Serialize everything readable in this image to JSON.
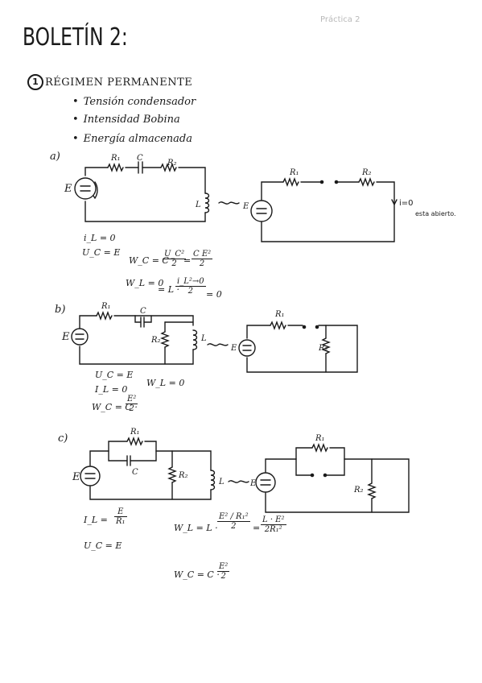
{
  "header": {
    "title": "BOLETÍN 2:",
    "corner_note": "Práctica 2"
  },
  "section1": {
    "number": "1",
    "heading": "RÉGIMEN PERMANENTE",
    "bullets": [
      "Tensión condensador",
      "Intensidad Bobina",
      "Energía almacenada"
    ]
  },
  "part_a": {
    "label": "a)",
    "component_labels": {
      "r1": "R₁",
      "c": "C",
      "r2": "R₂",
      "l": "L",
      "e": "E",
      "e2": "E",
      "r1_eq": "R₁",
      "r2_eq": "R₂"
    },
    "side_note_current": "i=0",
    "side_note_text": "esta abierto.",
    "eq_il": "i_L = 0",
    "eq_uc": "U_C = E",
    "eq_wc_lhs": "W_C = C ·",
    "eq_wc_num": "U_C²",
    "eq_wc_den": "2",
    "eq_wc_eq": "=",
    "eq_wc_num2": "C E²",
    "eq_wc_den2": "2",
    "eq_wl_lhs": "W_L = 0",
    "eq_wl_mid": "= L ·",
    "eq_wl_num": "i_L²→0",
    "eq_wl_den": "2",
    "eq_wl_rhs": "= 0"
  },
  "part_b": {
    "label": "b)",
    "component_labels": {
      "r1": "R₁",
      "c": "C",
      "r2": "R₂",
      "l": "L",
      "e": "E",
      "e2": "E",
      "r1_eq": "R₁",
      "r2_eq": "R₂"
    },
    "eq_uc": "U_C = E",
    "eq_il": "I_L = 0",
    "eq_wl": "W_L = 0",
    "eq_wc_lhs": "W_C = C ·",
    "eq_wc_num": "E²",
    "eq_wc_den": "2"
  },
  "part_c": {
    "label": "c)",
    "component_labels": {
      "r1": "R₁",
      "c": "C",
      "r2": "R₂",
      "l": "L",
      "e": "E",
      "e2": "E",
      "r1_eq": "R₁",
      "r2_eq": "R₂"
    },
    "eq_il_lhs": "I_L =",
    "eq_il_num": "E",
    "eq_il_den": "R₁",
    "eq_uc": "U_C = E",
    "eq_wl_lhs": "W_L = L ·",
    "eq_wl_inner_num": "E²",
    "eq_wl_inner_den": "R₁²",
    "eq_wl_den": "2",
    "eq_wl_eq": "=",
    "eq_wl_num2": "L · E²",
    "eq_wl_den2": "2R₁²",
    "eq_wc_lhs": "W_C = C ·",
    "eq_wc_num": "E²",
    "eq_wc_den": "2"
  }
}
